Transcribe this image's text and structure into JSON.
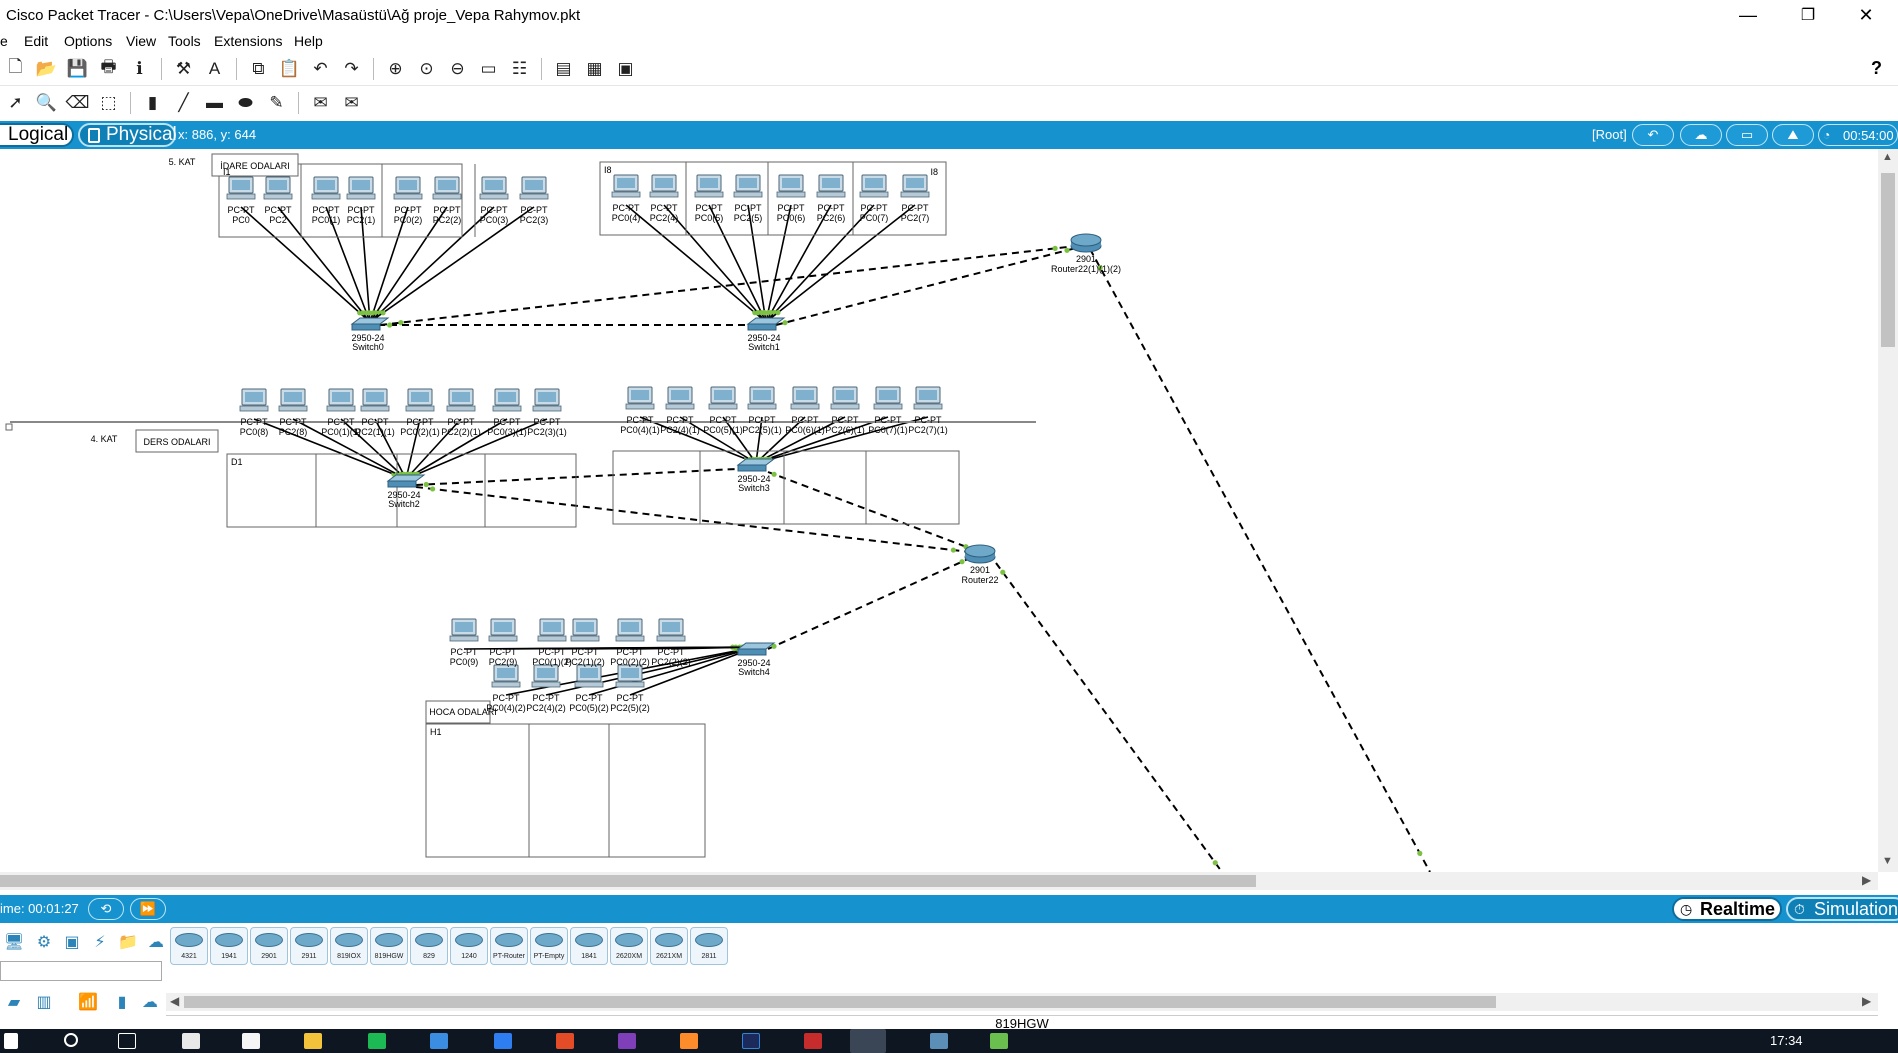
{
  "window": {
    "title": "Cisco Packet Tracer - C:\\Users\\Vepa\\OneDrive\\Masaüstü\\Ağ proje_Vepa Rahymov.pkt",
    "minimize": "—",
    "restore": "❐",
    "close": "✕"
  },
  "menu": [
    "e",
    "Edit",
    "Options",
    "View",
    "Tools",
    "Extensions",
    "Help"
  ],
  "toolbar1": {
    "icons": [
      "new-file-icon",
      "open-folder-icon",
      "save-icon",
      "print-icon",
      "info-icon",
      "network-wizard-icon",
      "text-icon",
      "copy-icon",
      "paste-icon",
      "undo-icon",
      "redo-icon",
      "zoom-in-icon",
      "zoom-reset-icon",
      "zoom-out-icon",
      "drawing-palette-icon",
      "custom-device-icon",
      "notes-icon",
      "device-list-icon",
      "screenshot-icon"
    ],
    "glyphs": [
      "🗋",
      "📂",
      "💾",
      "🖶",
      "ℹ",
      "⚒",
      "A",
      "⧉",
      "📋",
      "↶",
      "↷",
      "⊕",
      "⊙",
      "⊖",
      "▭",
      "☷",
      "▤",
      "▦",
      "▣"
    ],
    "help": "?"
  },
  "toolbar2": {
    "icons": [
      "select-icon",
      "inspect-icon",
      "delete-icon",
      "resize-icon",
      "note-icon",
      "line-icon",
      "rectangle-icon",
      "ellipse-icon",
      "freeform-icon",
      "add-simple-pdu-icon",
      "add-complex-pdu-icon"
    ],
    "glyphs": [
      "➚",
      "🔍",
      "⌫",
      "⬚",
      "▮",
      "╱",
      "▬",
      "⬬",
      "✎",
      "✉",
      "✉"
    ]
  },
  "workspace": {
    "logical_label": "Logical",
    "physical_label": "Physical",
    "coords": "x: 886, y: 644",
    "root_label": "[Root]",
    "clock": "00:54:00"
  },
  "diagram": {
    "floor5": {
      "floor_label": "5. KAT",
      "room_label": "İDARE ODALARI"
    },
    "floor4": {
      "floor_label": "4. KAT",
      "room_label": "DERS ODALARI"
    },
    "hoca": {
      "room_label": "HOCA ODALARI"
    },
    "box_labels": {
      "i1": "I1",
      "i8": "I8",
      "d1": "D1",
      "h1": "H1"
    },
    "pc_type": "PC-PT",
    "pcs_i1": [
      "PC0",
      "PC2",
      "PC0(1)",
      "PC2(1)",
      "PC0(2)",
      "PC2(2)",
      "PC0(3)",
      "PC2(3)"
    ],
    "pcs_i8": [
      "PC0(4)",
      "PC2(4)",
      "PC0(5)",
      "PC2(5)",
      "PC0(6)",
      "PC2(6)",
      "PC0(7)",
      "PC2(7)"
    ],
    "pcs_d1": [
      "PC0(8)",
      "PC2(8)",
      "PC0(1)(1)",
      "PC2(1)(1)",
      "PC0(2)(1)",
      "PC2(2)(1)",
      "PC0(3)(1)",
      "PC2(3)(1)"
    ],
    "pcs_d8": [
      "PC0(4)(1)",
      "PC2(4)(1)",
      "PC0(5)(1)",
      "PC2(5)(1)",
      "PC0(6)(1)",
      "PC2(6)(1)",
      "PC0(7)(1)",
      "PC2(7)(1)"
    ],
    "pcs_h1_top": [
      "PC0(9)",
      "PC2(9)",
      "PC0(1)(2)",
      "PC2(1)(2)",
      "PC0(2)(2)",
      "PC2(2)(2)"
    ],
    "pcs_h1_bottom": [
      "PC0(4)(2)",
      "PC2(4)(2)",
      "PC0(5)(2)",
      "PC2(5)(2)"
    ],
    "switch_model": "2950-24",
    "switches": [
      "Switch0",
      "Switch1",
      "Switch2",
      "Switch3",
      "Switch4"
    ],
    "router_model": "2901",
    "routers": [
      "Router22(1)(1)(2)",
      "Router22"
    ]
  },
  "timebar": {
    "time": "ime: 00:01:27",
    "realtime": "Realtime",
    "simulation": "Simulation"
  },
  "palette": {
    "categories": [
      "end-device-icon",
      "switch-icon",
      "router-icon",
      "connection-icon",
      "misc-icon",
      "cloud-icon",
      "wan-icon",
      "hub-icon",
      "wireless-icon",
      "security-icon",
      "multiuser-icon"
    ],
    "devices": [
      "4321",
      "1941",
      "2901",
      "2911",
      "819IOX",
      "819HGW",
      "829",
      "1240",
      "PT-Router",
      "PT-Empty",
      "1841",
      "2620XM",
      "2621XM",
      "2811"
    ],
    "selected_device": "819HGW"
  },
  "taskbar": {
    "time": "17:34"
  },
  "colors": {
    "accent": "#1693cf",
    "link_ok": "#7cc242",
    "router": "#6fa9c9"
  }
}
